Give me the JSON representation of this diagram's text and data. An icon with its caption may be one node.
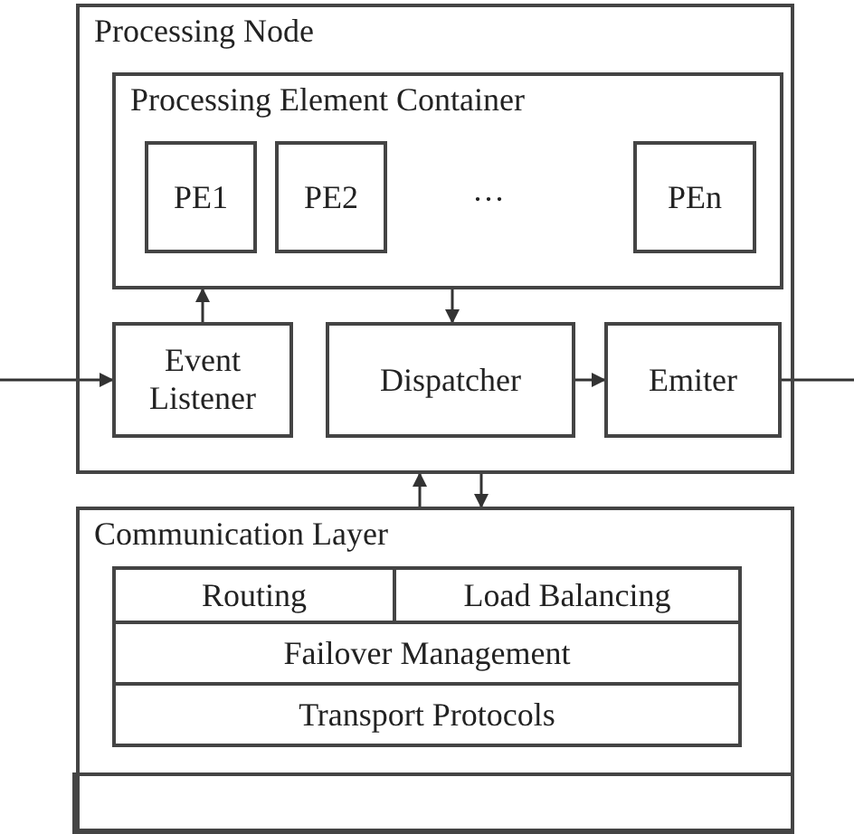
{
  "diagram": {
    "nodes": [
      {
        "text": [
          "Processing Node"
        ]
      },
      {
        "text": [
          "Processing Element Container"
        ],
        "in": 0
      },
      {
        "text": [
          "PE1"
        ],
        "in": 1
      },
      {
        "text": [
          "PE2"
        ],
        "in": 1
      },
      {
        "text": [
          "···"
        ],
        "in": 1
      },
      {
        "text": [
          "PEn"
        ],
        "in": 1
      },
      {
        "text": [
          "Event Listener"
        ],
        "in": 0
      },
      {
        "text": [
          "Dispatcher"
        ],
        "in": 0
      },
      {
        "text": [
          "Emiter"
        ],
        "in": 0
      },
      {
        "text": [
          "Communication Layer"
        ]
      },
      {
        "text": [
          "Routing"
        ],
        "in": 9
      },
      {
        "text": [
          "Load Balancing"
        ],
        "in": 9
      },
      {
        "text": [
          "Failover Management"
        ],
        "in": 9
      },
      {
        "text": [
          "Transport Protocols"
        ],
        "in": 9
      },
      {
        "text": [],
        "shape": "box",
        "in": 9
      }
    ],
    "edges": [
      {
        "from": null,
        "to": 6,
        "arrow": "to"
      },
      {
        "from": 6,
        "to": 1,
        "arrow": "to"
      },
      {
        "from": 1,
        "to": 7,
        "arrow": "to"
      },
      {
        "from": 7,
        "to": 8,
        "arrow": "to"
      },
      {
        "from": 8,
        "to": null,
        "arrow": "none"
      },
      {
        "from": 9,
        "to": 0,
        "arrow": "to"
      },
      {
        "from": 0,
        "to": 9,
        "arrow": "to"
      }
    ]
  }
}
